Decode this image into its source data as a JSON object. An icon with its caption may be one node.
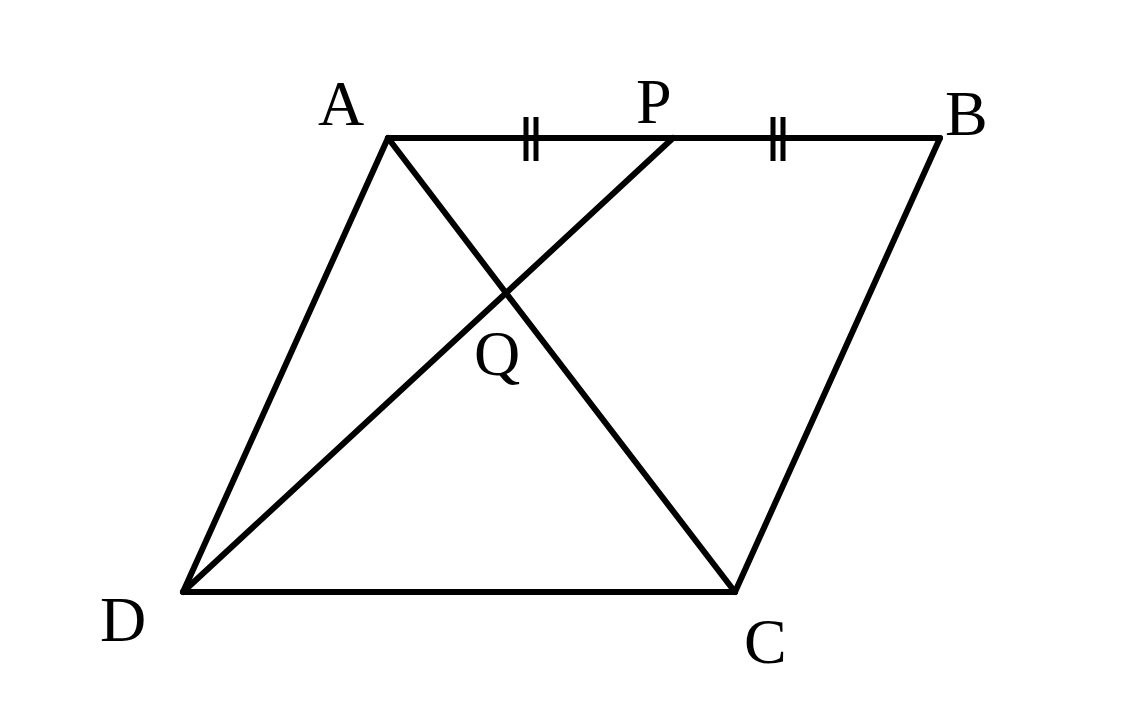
{
  "diagram": {
    "nodes": [
      {
        "text": [
          "A"
        ]
      },
      {
        "text": [
          "P"
        ]
      },
      {
        "text": [
          "B"
        ]
      },
      {
        "text": [
          "Q"
        ]
      },
      {
        "text": [
          "D"
        ]
      },
      {
        "text": [
          "C"
        ]
      }
    ],
    "edges": [
      {
        "from": 0,
        "to": 1,
        "arrow": "none"
      },
      {
        "from": 1,
        "to": 2,
        "arrow": "none"
      },
      {
        "from": 2,
        "to": 5,
        "arrow": "none"
      },
      {
        "from": 5,
        "to": 4,
        "arrow": "none"
      },
      {
        "from": 4,
        "to": 0,
        "arrow": "none"
      },
      {
        "from": 0,
        "to": 3,
        "arrow": "none"
      },
      {
        "from": 3,
        "to": 5,
        "arrow": "none"
      },
      {
        "from": 4,
        "to": 3,
        "arrow": "none"
      },
      {
        "from": 3,
        "to": 1,
        "arrow": "none"
      }
    ]
  }
}
